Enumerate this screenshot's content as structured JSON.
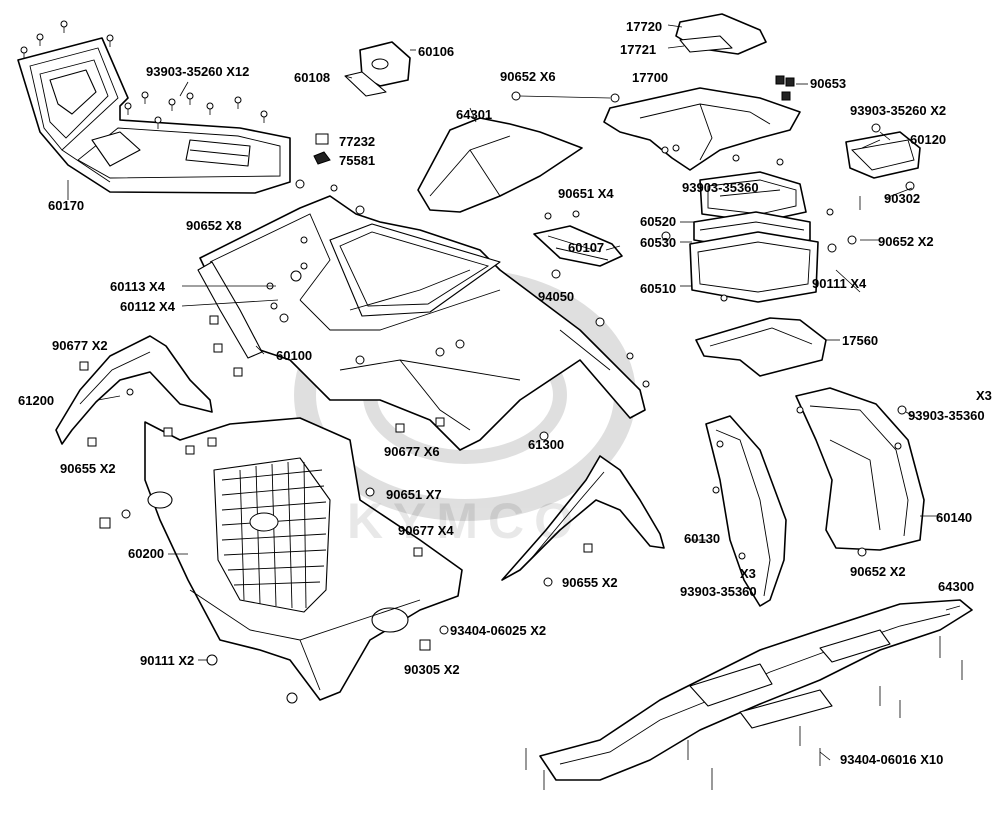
{
  "watermark": {
    "text": "KYMCO",
    "color": "#e6e6e6"
  },
  "labels": {
    "p17720": "17720",
    "p17721": "17721",
    "p60106": "60106",
    "p60108": "60108",
    "p93903_35260_x12": "93903-35260 X12",
    "p90652_x6": "90652 X6",
    "p17700": "17700",
    "p90653": "90653",
    "p93903_35260_x2": "93903-35260 X2",
    "p64301": "64301",
    "p77232": "77232",
    "p75581": "75581",
    "p60120": "60120",
    "p60170": "60170",
    "p93903_35360_a": "93903-35360",
    "p90651_x4": "90651 X4",
    "p90302": "90302",
    "p90652_x8": "90652  X8",
    "p60520": "60520",
    "p60107": "60107",
    "p60530": "60530",
    "p90652_x2_a": "90652  X2",
    "p60113_x4": "60113 X4",
    "p90111_x4": "90111 X4",
    "p60112_x4": "60112 X4",
    "p94050": "94050",
    "p60510": "60510",
    "p90677_x2": "90677 X2",
    "p17560": "17560",
    "p60100": "60100",
    "p61200": "61200",
    "p90677_x6": "90677  X6",
    "p_x3_a": "X3",
    "p93903_35360_b": "93903-35360",
    "p90655_x2_a": "90655   X2",
    "p61300": "61300",
    "p90651_x7": "90651 X7",
    "p60140": "60140",
    "p90677_x4": "90677 X4",
    "p60130": "60130",
    "p60200": "60200",
    "p_x3_b": "X3",
    "p90655_x2_b": "90655 X2",
    "p90652_x2_b": "90652  X2",
    "p93903_35360_c": "93903-35360",
    "p64300": "64300",
    "p93404_06025_x2": "93404-06025 X2",
    "p90111_x2": "90111 X2",
    "p90305_x2": "90305  X2",
    "p93404_06016_x10": "93404-06016 X10"
  }
}
